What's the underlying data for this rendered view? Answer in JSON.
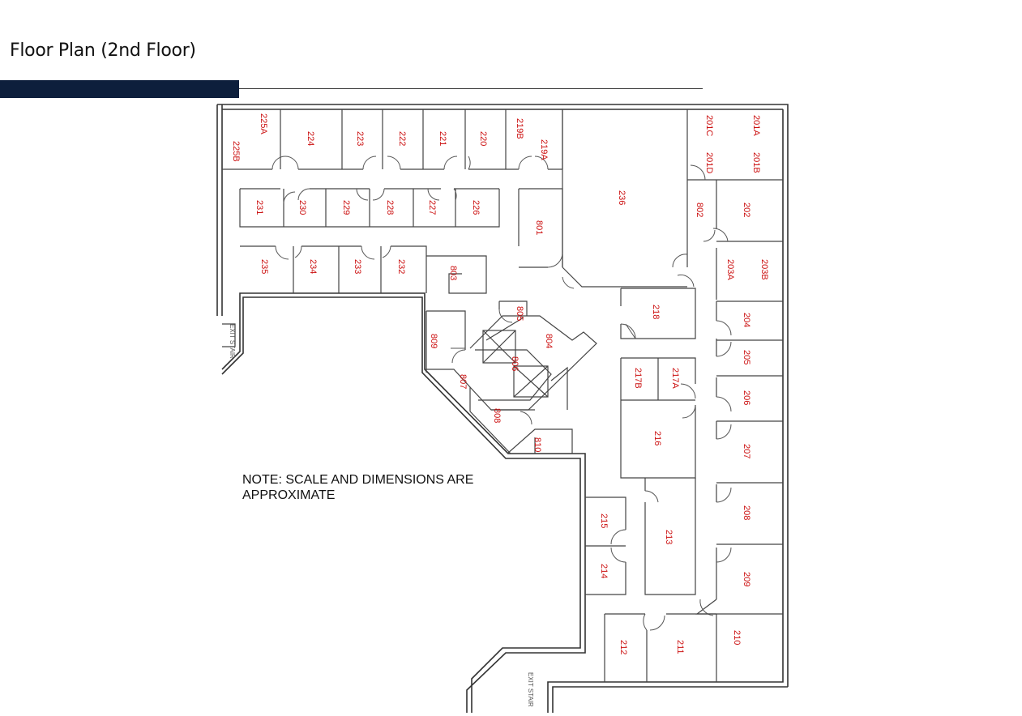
{
  "page": {
    "title": "Floor Plan (2nd Floor)"
  },
  "note": {
    "line1": "NOTE:  SCALE AND DIMENSIONS ARE",
    "line2": "APPROXIMATE"
  },
  "exit_stairs": [
    {
      "id": "west",
      "label": "EXIT STAIR"
    },
    {
      "id": "south",
      "label": "EXIT STAIR"
    }
  ],
  "rooms": [
    "225A",
    "225B",
    "224",
    "223",
    "222",
    "221",
    "220",
    "219B",
    "219A",
    "231",
    "230",
    "229",
    "228",
    "227",
    "226",
    "801",
    "235",
    "234",
    "233",
    "232",
    "803",
    "236",
    "201C",
    "201A",
    "201D",
    "201B",
    "802",
    "202",
    "203A",
    "203B",
    "218",
    "204",
    "205",
    "217B",
    "217A",
    "206",
    "216",
    "207",
    "208",
    "209",
    "210",
    "213",
    "215",
    "214",
    "212",
    "211",
    "805",
    "804",
    "806",
    "809",
    "807",
    "808",
    "810"
  ],
  "colors": {
    "title_bar": "#0d1f3c",
    "room_label": "#cc1111",
    "wall": "#333333"
  }
}
